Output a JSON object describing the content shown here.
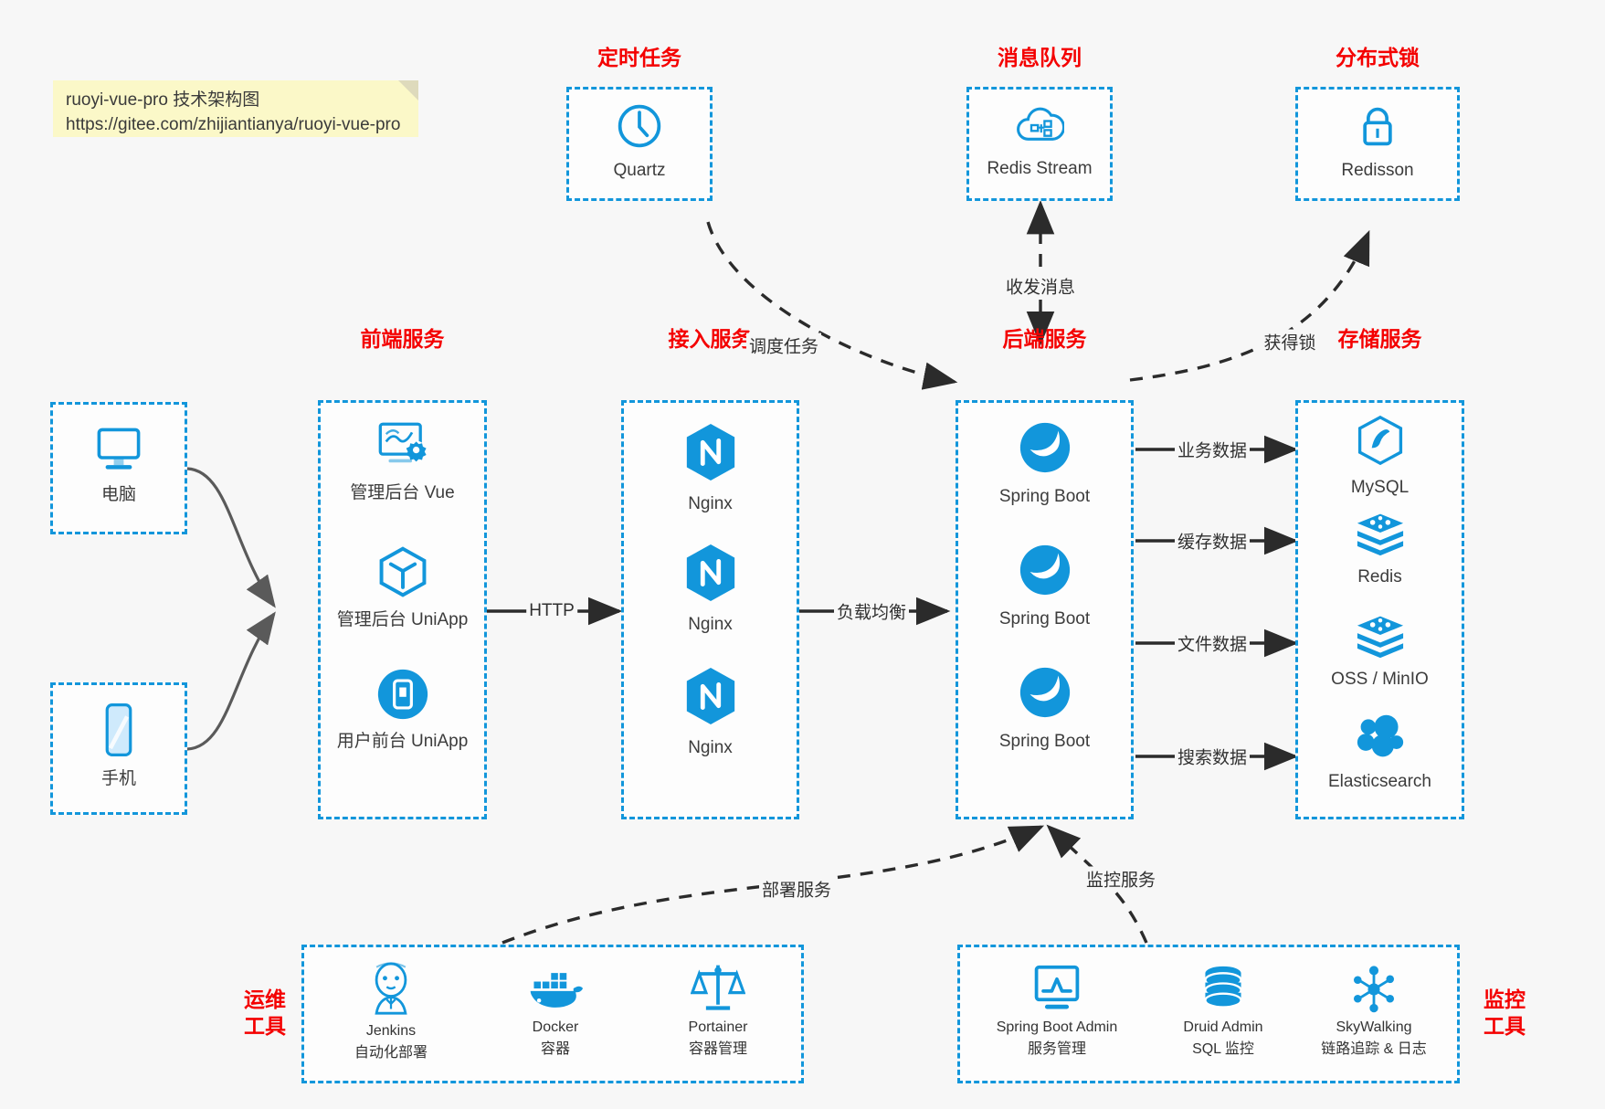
{
  "note": {
    "line1": "ruoyi-vue-pro 技术架构图",
    "line2": "https://gitee.com/zhijiantianya/ruoyi-vue-pro"
  },
  "colors": {
    "dash_blue": "#1296db",
    "icon_blue": "#1296db",
    "title_red": "#f40000",
    "wire_dark": "#2b2b2b",
    "wire_gray": "#5a5a5a",
    "background": "#f7f7f7"
  },
  "groups": {
    "clients": {
      "computer": {
        "label": "电脑",
        "icon": "desktop-monitor-icon"
      },
      "phone": {
        "label": "手机",
        "icon": "mobile-phone-icon"
      }
    },
    "scheduled_task": {
      "title": "定时任务",
      "items": [
        {
          "label": "Quartz",
          "icon": "clock-icon"
        }
      ]
    },
    "message_queue": {
      "title": "消息队列",
      "items": [
        {
          "label": "Redis Stream",
          "icon": "cloud-stream-icon"
        }
      ]
    },
    "distributed_lock": {
      "title": "分布式锁",
      "items": [
        {
          "label": "Redisson",
          "icon": "padlock-icon"
        }
      ]
    },
    "frontend": {
      "title": "前端服务",
      "items": [
        {
          "label": "管理后台 Vue",
          "icon": "dashboard-gear-icon"
        },
        {
          "label": "管理后台 UniApp",
          "icon": "cube-icon"
        },
        {
          "label": "用户前台 UniApp",
          "icon": "mobile-app-icon"
        }
      ]
    },
    "gateway": {
      "title": "接入服务",
      "items": [
        {
          "label": "Nginx",
          "icon": "nginx-icon"
        },
        {
          "label": "Nginx",
          "icon": "nginx-icon"
        },
        {
          "label": "Nginx",
          "icon": "nginx-icon"
        }
      ]
    },
    "backend": {
      "title": "后端服务",
      "items": [
        {
          "label": "Spring Boot",
          "icon": "spring-boot-icon"
        },
        {
          "label": "Spring Boot",
          "icon": "spring-boot-icon"
        },
        {
          "label": "Spring Boot",
          "icon": "spring-boot-icon"
        }
      ]
    },
    "storage": {
      "title": "存储服务",
      "items": [
        {
          "label": "MySQL",
          "icon": "mysql-dolphin-icon"
        },
        {
          "label": "Redis",
          "icon": "redis-stack-icon"
        },
        {
          "label": "OSS / MinIO",
          "icon": "object-storage-icon"
        },
        {
          "label": "Elasticsearch",
          "icon": "elasticsearch-icon"
        }
      ]
    },
    "devops": {
      "title_line1": "运维",
      "title_line2": "工具",
      "items": [
        {
          "label": "Jenkins",
          "sub": "自动化部署",
          "icon": "jenkins-butler-icon"
        },
        {
          "label": "Docker",
          "sub": "容器",
          "icon": "docker-whale-icon"
        },
        {
          "label": "Portainer",
          "sub": "容器管理",
          "icon": "scales-balance-icon"
        }
      ]
    },
    "monitoring": {
      "title_line1": "监控",
      "title_line2": "工具",
      "items": [
        {
          "label": "Spring Boot Admin",
          "sub": "服务管理",
          "icon": "monitor-chart-icon"
        },
        {
          "label": "Druid Admin",
          "sub": "SQL 监控",
          "icon": "database-cylinder-icon"
        },
        {
          "label": "SkyWalking",
          "sub": "链路追踪 & 日志",
          "icon": "network-nodes-icon"
        }
      ]
    }
  },
  "edges": [
    {
      "id": "http",
      "label": "HTTP"
    },
    {
      "id": "load-balance",
      "label": "负载均衡"
    },
    {
      "id": "schedule-task",
      "label": "调度任务"
    },
    {
      "id": "send-receive-message",
      "label": "收发消息"
    },
    {
      "id": "acquire-lock",
      "label": "获得锁"
    },
    {
      "id": "business-data",
      "label": "业务数据"
    },
    {
      "id": "cache-data",
      "label": "缓存数据"
    },
    {
      "id": "file-data",
      "label": "文件数据"
    },
    {
      "id": "search-data",
      "label": "搜索数据"
    },
    {
      "id": "deploy-service",
      "label": "部署服务"
    },
    {
      "id": "monitor-service",
      "label": "监控服务"
    }
  ]
}
